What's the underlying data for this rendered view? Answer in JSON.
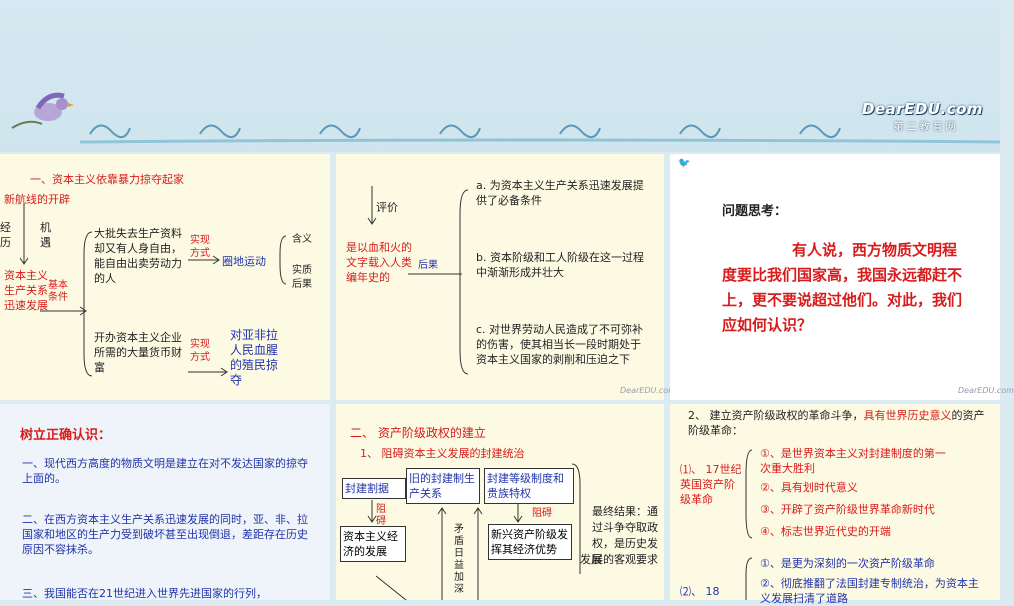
{
  "header": {
    "logo_text": "DearEDU.com",
    "logo_sub": "第二教育网"
  },
  "panel1": {
    "title": "一、资本主义依靠暴力掠夺起家",
    "route": "新航线的开辟",
    "li": "经历",
    "jiyu": "机遇",
    "origin": "资本主义生产关系迅速发展",
    "basic": "基本条件",
    "labor": "大批失去生产资料却又有人身自由，能自由出卖劳动力的人",
    "method1": "实现方式",
    "enclosure": "圈地运动",
    "meaning": "含义",
    "essence": "实质",
    "after": "后果",
    "wealth": "开办资本主义企业所需的大量货币财富",
    "method2": "实现方式",
    "colonial": "对亚非拉人民血腥的殖民掠夺"
  },
  "panel2": {
    "evaluate": "评价",
    "blood": "是以血和火的文字载入人类编年史的",
    "after": "后果",
    "a": "a. 为资本主义生产关系迅速发展提供了必备条件",
    "b": "b. 资本阶级和工人阶级在这一过程中渐渐形成并壮大",
    "c": "c. 对世界劳动人民造成了不可弥补的伤害，使其相当长一段时期处于资本主义国家的剥削和压迫之下"
  },
  "panel3": {
    "heading": "问题思考：",
    "body": "有人说，西方物质文明程度要比我们国家高，我国永远都赶不上，更不要说超过他们。对此，我们应如何认识？"
  },
  "panel4": {
    "heading": "树立正确认识：",
    "p1": "一、现代西方高度的物质文明是建立在对不发达国家的掠夺上面的。",
    "p2": "二、在西方资本主义生产关系迅速发展的同时，亚、非、拉国家和地区的生产力受到破坏甚至出现倒退，差距存在历史原因",
    "p2_overlap": "不容抹杀。",
    "p3": "三、我国能否在21世纪进入世界先进国家的行列，"
  },
  "panel5": {
    "title": "二、 资产阶级政权的建立",
    "sub": "1、 阻碍资本主义发展的封建统治",
    "feudal_split": "封建割据",
    "old_relation": "旧的封建制生产关系",
    "hierarchy": "封建等级制度和贵族特权",
    "block1": "阻碍",
    "block2": "阻碍",
    "capital_econ": "资本主义经济的发展",
    "conflict": "矛盾日益加深",
    "new_class": "新兴资产阶级发挥其经济优势",
    "final": "最终结果：通过斗争夺取政权，是历史发展的客观要求",
    "final_overlap": "发展"
  },
  "panel6": {
    "line1": "2、 建立资产阶级政权的革命斗争，",
    "line1_red": "具有世界历史意义",
    "line1_tail": "的资产阶级革命：",
    "eng_label": "⑴、 17世纪英国资产阶级革命",
    "eng_items": [
      "①、是世界资本主义对封建制度的第一次重大胜利",
      "②、具有划时代意义",
      "③、开辟了资产阶级世界革命新时代",
      "④、标志世界近代史的开端"
    ],
    "fr_label": "⑵、 18",
    "fr_items": [
      "①、是更为深刻的一次资产阶级革命",
      "②、彻底推翻了法国封建专制统治，为资本主义发展扫清了道路"
    ]
  }
}
